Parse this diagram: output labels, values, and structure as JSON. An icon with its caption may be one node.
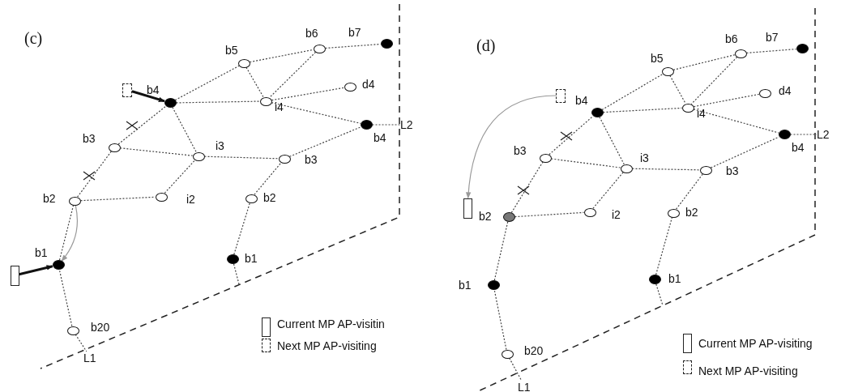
{
  "diagram": {
    "nodes": [
      {
        "text": [],
        "shape": "circle",
        "beside": [
          "b20"
        ]
      },
      {
        "text": [],
        "shape": "circle",
        "beside": [
          "b1"
        ]
      },
      {
        "text": [],
        "shape": "circle",
        "beside": [
          "b2"
        ]
      },
      {
        "text": [],
        "shape": "circle",
        "beside": [
          "b3"
        ]
      },
      {
        "text": [],
        "shape": "circle",
        "beside": [
          "b4"
        ]
      },
      {
        "text": [],
        "shape": "circle",
        "beside": [
          "b5"
        ]
      },
      {
        "text": [],
        "shape": "circle",
        "beside": [
          "b6"
        ]
      },
      {
        "text": [],
        "shape": "circle",
        "beside": [
          "b7"
        ]
      },
      {
        "text": [],
        "shape": "circle",
        "beside": [
          "i2"
        ]
      },
      {
        "text": [],
        "shape": "circle",
        "beside": [
          "i3"
        ]
      },
      {
        "text": [],
        "shape": "circle",
        "beside": [
          "i4"
        ]
      },
      {
        "text": [],
        "shape": "circle",
        "beside": [
          "d4"
        ]
      },
      {
        "text": [],
        "shape": "circle",
        "beside": [
          "b1"
        ]
      },
      {
        "text": [],
        "shape": "circle",
        "beside": [
          "b2"
        ]
      },
      {
        "text": [],
        "shape": "circle",
        "beside": [
          "b3"
        ]
      },
      {
        "text": [],
        "shape": "circle",
        "beside": [
          "b4"
        ]
      },
      {
        "text": [
          "L1"
        ]
      },
      {
        "text": [
          "L2"
        ]
      },
      {
        "text": [],
        "shape": "box"
      },
      {
        "text": [],
        "shape": "box"
      },
      {
        "text": [],
        "shape": "circle",
        "beside": [
          "b20"
        ]
      },
      {
        "text": [],
        "shape": "circle",
        "beside": [
          "b1"
        ]
      },
      {
        "text": [],
        "shape": "circle",
        "beside": [
          "b2"
        ]
      },
      {
        "text": [],
        "shape": "circle",
        "beside": [
          "b3"
        ]
      },
      {
        "text": [],
        "shape": "circle",
        "beside": [
          "b4"
        ]
      },
      {
        "text": [],
        "shape": "circle",
        "beside": [
          "b5"
        ]
      },
      {
        "text": [],
        "shape": "circle",
        "beside": [
          "b6"
        ]
      },
      {
        "text": [],
        "shape": "circle",
        "beside": [
          "b7"
        ]
      },
      {
        "text": [],
        "shape": "circle",
        "beside": [
          "i2"
        ]
      },
      {
        "text": [],
        "shape": "circle",
        "beside": [
          "i3"
        ]
      },
      {
        "text": [],
        "shape": "circle",
        "beside": [
          "i4"
        ]
      },
      {
        "text": [],
        "shape": "circle",
        "beside": [
          "d4"
        ]
      },
      {
        "text": [],
        "shape": "circle",
        "beside": [
          "b1"
        ]
      },
      {
        "text": [],
        "shape": "circle",
        "beside": [
          "b2"
        ]
      },
      {
        "text": [],
        "shape": "circle",
        "beside": [
          "b3"
        ]
      },
      {
        "text": [],
        "shape": "circle",
        "beside": [
          "b4"
        ]
      },
      {
        "text": [
          "L1"
        ]
      },
      {
        "text": [
          "L2"
        ]
      },
      {
        "text": [],
        "shape": "box"
      },
      {
        "text": [],
        "shape": "box"
      }
    ],
    "edges": [
      {
        "from": 0,
        "to": 1,
        "arrow": "none",
        "style": "dashed"
      },
      {
        "from": 1,
        "to": 2,
        "arrow": "none",
        "style": "dashed"
      },
      {
        "from": 2,
        "to": 3,
        "arrow": "none",
        "style": "dashed"
      },
      {
        "from": 3,
        "to": 4,
        "arrow": "none",
        "style": "dashed"
      },
      {
        "from": 4,
        "to": 5,
        "arrow": "none",
        "style": "dashed"
      },
      {
        "from": 5,
        "to": 6,
        "arrow": "none",
        "style": "dashed"
      },
      {
        "from": 6,
        "to": 7,
        "arrow": "none",
        "style": "dashed"
      },
      {
        "from": 2,
        "to": 8,
        "arrow": "none",
        "style": "dashed"
      },
      {
        "from": 8,
        "to": 9,
        "arrow": "none",
        "style": "dashed"
      },
      {
        "from": 3,
        "to": 9,
        "arrow": "none",
        "style": "dashed"
      },
      {
        "from": 4,
        "to": 9,
        "arrow": "none",
        "style": "dashed"
      },
      {
        "from": 9,
        "to": 14,
        "arrow": "none",
        "style": "dashed"
      },
      {
        "from": 4,
        "to": 10,
        "arrow": "none",
        "style": "dashed"
      },
      {
        "from": 5,
        "to": 10,
        "arrow": "none",
        "style": "dashed"
      },
      {
        "from": 6,
        "to": 10,
        "arrow": "none",
        "style": "dashed"
      },
      {
        "from": 10,
        "to": 11,
        "arrow": "none",
        "style": "dashed"
      },
      {
        "from": 10,
        "to": 15,
        "arrow": "none",
        "style": "dashed"
      },
      {
        "from": 12,
        "to": 13,
        "arrow": "none",
        "style": "dashed"
      },
      {
        "from": 13,
        "to": 14,
        "arrow": "none",
        "style": "dashed"
      },
      {
        "from": 14,
        "to": 15,
        "arrow": "none",
        "style": "dashed"
      },
      {
        "from": 15,
        "to": 17,
        "arrow": "none",
        "style": "dashed"
      },
      {
        "from": 0,
        "to": 16,
        "arrow": "none",
        "style": "dashed"
      },
      {
        "from": 12,
        "to": null,
        "arrow": "none",
        "style": "dashed"
      },
      {
        "from": 18,
        "to": 1,
        "arrow": "to",
        "style": "thick"
      },
      {
        "from": 19,
        "to": 4,
        "arrow": "to",
        "style": "thick"
      },
      {
        "from": 2,
        "to": 1,
        "arrow": "to",
        "color": "#999999"
      },
      {
        "from": 20,
        "to": 21,
        "arrow": "none",
        "style": "dashed"
      },
      {
        "from": 21,
        "to": 22,
        "arrow": "none",
        "style": "dashed"
      },
      {
        "from": 22,
        "to": 23,
        "arrow": "none",
        "style": "dashed"
      },
      {
        "from": 23,
        "to": 24,
        "arrow": "none",
        "style": "dashed"
      },
      {
        "from": 24,
        "to": 25,
        "arrow": "none",
        "style": "dashed"
      },
      {
        "from": 25,
        "to": 26,
        "arrow": "none",
        "style": "dashed"
      },
      {
        "from": 26,
        "to": 27,
        "arrow": "none",
        "style": "dashed"
      },
      {
        "from": 22,
        "to": 28,
        "arrow": "none",
        "style": "dashed"
      },
      {
        "from": 28,
        "to": 29,
        "arrow": "none",
        "style": "dashed"
      },
      {
        "from": 23,
        "to": 29,
        "arrow": "none",
        "style": "dashed"
      },
      {
        "from": 24,
        "to": 29,
        "arrow": "none",
        "style": "dashed"
      },
      {
        "from": 29,
        "to": 34,
        "arrow": "none",
        "style": "dashed"
      },
      {
        "from": 24,
        "to": 30,
        "arrow": "none",
        "style": "dashed"
      },
      {
        "from": 25,
        "to": 30,
        "arrow": "none",
        "style": "dashed"
      },
      {
        "from": 26,
        "to": 30,
        "arrow": "none",
        "style": "dashed"
      },
      {
        "from": 30,
        "to": 31,
        "arrow": "none",
        "style": "dashed"
      },
      {
        "from": 30,
        "to": 35,
        "arrow": "none",
        "style": "dashed"
      },
      {
        "from": 32,
        "to": 33,
        "arrow": "none",
        "style": "dashed"
      },
      {
        "from": 33,
        "to": 34,
        "arrow": "none",
        "style": "dashed"
      },
      {
        "from": 34,
        "to": 35,
        "arrow": "none",
        "style": "dashed"
      },
      {
        "from": 35,
        "to": 37,
        "arrow": "none",
        "style": "dashed"
      },
      {
        "from": 20,
        "to": 36,
        "arrow": "none",
        "style": "dashed"
      },
      {
        "from": 32,
        "to": null,
        "arrow": "none",
        "style": "dashed"
      },
      {
        "from": 39,
        "to": 38,
        "arrow": "to",
        "color": "#999999"
      }
    ],
    "labels": [
      "(c)",
      "(d)"
    ],
    "legend": [
      {
        "text": "Current MP AP-visitin"
      },
      {
        "text": "Next MP AP-visiting"
      },
      {
        "text": "Current MP AP-visiting"
      },
      {
        "text": "Next MP AP-visiting"
      }
    ]
  }
}
